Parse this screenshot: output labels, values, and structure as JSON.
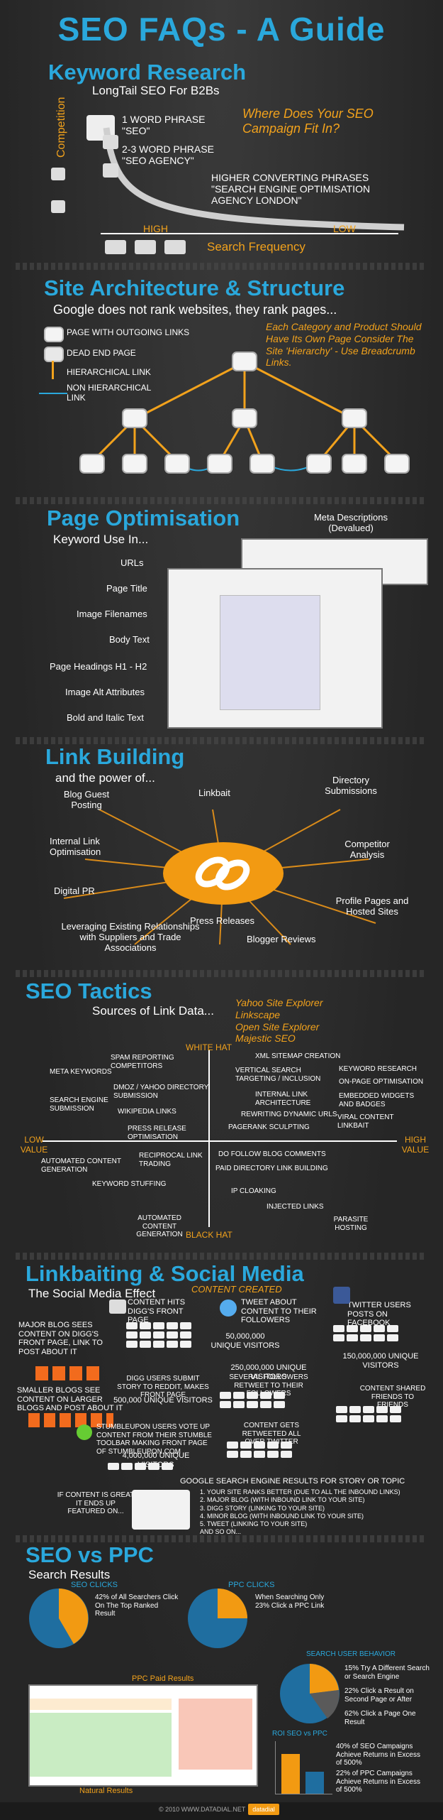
{
  "title": "SEO FAQs - A Guide",
  "keyword": {
    "heading": "Keyword Research",
    "subheading": "LongTail SEO For B2Bs",
    "question": "Where Does Your SEO Campaign Fit In?",
    "phrase1": "1 WORD PHRASE \"SEO\"",
    "phrase2": "2-3 WORD PHRASE \"SEO AGENCY\"",
    "phrase3": "HIGHER CONVERTING PHRASES \"SEARCH ENGINE OPTIMISATION AGENCY LONDON\"",
    "ylabel": "Competition",
    "xlabel": "Search Frequency",
    "high": "HIGH",
    "low": "LOW"
  },
  "architecture": {
    "heading": "Site Architecture & Structure",
    "subheading": "Google does not rank websites, they rank pages...",
    "legend1": "PAGE WITH OUTGOING LINKS",
    "legend2": "DEAD END PAGE",
    "legend3": "HIERARCHICAL LINK",
    "legend4": "NON HIERARCHICAL LINK",
    "note": "Each Category and Product Should Have Its Own Page Consider The Site 'Hierarchy' - Use Breadcrumb Links."
  },
  "pageopt": {
    "heading": "Page Optimisation",
    "subheading": "Keyword Use In...",
    "meta": "Meta Descriptions (Devalued)",
    "items": [
      "URLs",
      "Page Title",
      "Image Filenames",
      "Body Text",
      "Page Headings H1 - H2",
      "Image Alt Attributes",
      "Bold and Italic Text"
    ]
  },
  "linkbuilding": {
    "heading": "Link Building",
    "subheading": "and the power of...",
    "items": [
      "Blog Guest Posting",
      "Linkbait",
      "Directory Submissions",
      "Internal Link Optimisation",
      "Competitor Analysis",
      "Digital PR",
      "Profile Pages and Hosted Sites",
      "Leveraging Existing Relationships with Suppliers and Trade Associations",
      "Press Releases",
      "Blogger Reviews"
    ]
  },
  "tactics": {
    "heading": "SEO Tactics",
    "subheading": "Sources of Link Data...",
    "sources": [
      "Yahoo Site Explorer",
      "Linkscape",
      "Open Site Explorer",
      "Majestic SEO"
    ],
    "white_hat": "WHITE HAT",
    "black_hat": "BLACK HAT",
    "low_value": "LOW VALUE",
    "high_value": "HIGH VALUE",
    "items": [
      "SPAM REPORTING COMPETITORS",
      "XML SITEMAP CREATION",
      "KEYWORD RESEARCH",
      "META KEYWORDS",
      "VERTICAL SEARCH TARGETING / INCLUSION",
      "ON-PAGE OPTIMISATION",
      "DMOZ / YAHOO DIRECTORY SUBMISSION",
      "SEARCH ENGINE SUBMISSION",
      "INTERNAL LINK ARCHITECTURE",
      "EMBEDDED WIDGETS AND BADGES",
      "WIKIPEDIA LINKS",
      "REWRITING DYNAMIC URLS",
      "VIRAL CONTENT LINKBAIT",
      "PRESS RELEASE OPTIMISATION",
      "PAGERANK SCULPTING",
      "AUTOMATED CONTENT GENERATION",
      "RECIPROCAL LINK TRADING",
      "DO FOLLOW BLOG COMMENTS",
      "PAID DIRECTORY LINK BUILDING",
      "KEYWORD STUFFING",
      "IP CLOAKING",
      "INJECTED LINKS",
      "AUTOMATED CONTENT GENERATION",
      "PARASITE HOSTING"
    ]
  },
  "social": {
    "heading": "Linkbaiting & Social Media",
    "subheading": "The Social Media Effect",
    "content_created": "CONTENT CREATED",
    "digg_front": "CONTENT HITS DIGG'S FRONT PAGE",
    "tweet": "TWEET ABOUT CONTENT TO THEIR FOLLOWERS",
    "facebook": "TWITTER USERS POSTS ON FACEBOOK",
    "unique50k": "50,000,000 UNIQUE VISITORS",
    "unique150k": "150,000,000 UNIQUE VISITORS",
    "unique250k": "250,000,000 UNIQUE VISITORS",
    "unique500k": "500,000 UNIQUE VISITORS",
    "unique4m": "4,000,000 UNIQUE VISITORS",
    "major_blog": "MAJOR BLOG SEES CONTENT ON DIGG'S FRONT PAGE, LINK TO POST ABOUT IT",
    "smaller_blogs": "SMALLER BLOGS SEE CONTENT ON LARGER BLOGS AND POST ABOUT IT",
    "digg_users": "DIGG USERS SUBMIT STORY TO REDDIT, MAKES FRONT PAGE",
    "followers_retweet": "SEVERAL FOLLOWERS RETWEET TO THEIR FOLLOWERS",
    "content_shared": "CONTENT SHARED FRIENDS TO FRIENDS",
    "retweeted": "CONTENT GETS RETWEETED ALL OVER TWITTER",
    "stumble": "STUMBLEUPON USERS VOTE UP CONTENT FROM THEIR STUMBLE TOOLBAR MAKING FRONT PAGE OF STUMBLEUPON.COM",
    "google_results": "GOOGLE SEARCH ENGINE RESULTS FOR STORY OR TOPIC",
    "results_list": [
      "1. YOUR SITE RANKS BETTER (DUE TO ALL THE INBOUND LINKS)",
      "2. MAJOR BLOG (WITH INBOUND LINK TO YOUR SITE)",
      "3. DIGG STORY (LINKING TO YOUR SITE)",
      "4. MINOR BLOG (WITH INBOUND LINK TO YOUR SITE)",
      "5. TWEET (LINKING TO YOUR SITE)",
      "AND SO ON..."
    ],
    "if_great": "IF CONTENT IS GREAT IT ENDS UP FEATURED ON..."
  },
  "ppc": {
    "heading": "SEO vs PPC",
    "subheading": "Search Results",
    "seo_clicks": "SEO CLICKS",
    "seo_text": "42% of All Searchers Click On The Top Ranked Result",
    "ppc_clicks": "PPC CLICKS",
    "ppc_text": "When Searching Only 23% Click a PPC Link",
    "ppc_results": "PPC Paid Results",
    "natural": "Natural Results",
    "behavior": "SEARCH USER BEHAVIOR",
    "b1": "15% Try A Different Search or Search Engine",
    "b2": "22% Click a Result on Second Page or After",
    "b3": "62% Click a Page One Result",
    "roi": "ROI SEO vs PPC",
    "roi1": "40% of SEO Campaigns Achieve Returns in Excess of 500%",
    "roi2": "22% of PPC Campaigns Achieve Returns in Excess of 500%",
    "footer": "© 2010 WWW.DATADIAL.NET",
    "logo": "datadial"
  },
  "colors": {
    "accent": "#2aa8dc",
    "orange": "#f2a21c",
    "bg": "#2b2b2b"
  }
}
